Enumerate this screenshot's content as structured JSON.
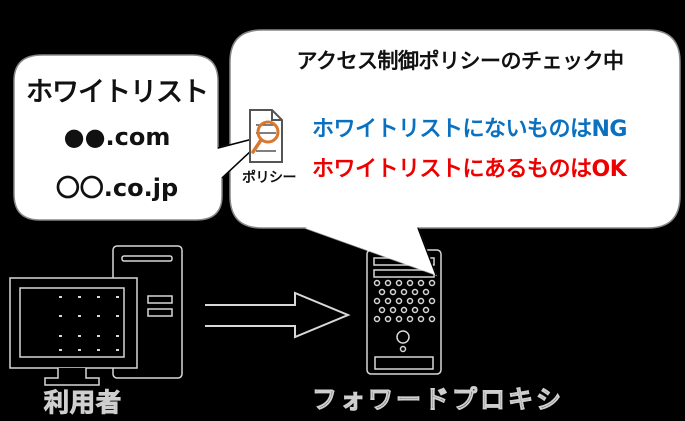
{
  "whitelist_bubble": {
    "title": "ホワイトリスト",
    "entries": [
      "●●.com",
      "〇〇.co.jp"
    ]
  },
  "check_bubble": {
    "title": "アクセス制御ポリシーのチェック中",
    "policy_icon_label": "ポリシー",
    "rules": [
      {
        "text": "ホワイトリストにないものはNG",
        "color": "#0a70c0"
      },
      {
        "text": "ホワイトリストにあるものはOK",
        "color": "#ee0000"
      }
    ]
  },
  "nodes": {
    "user": {
      "label": "利用者",
      "icon": "desktop-computer-icon"
    },
    "proxy": {
      "label": "フォワードプロキシ",
      "icon": "server-tower-icon"
    }
  },
  "flow": {
    "direction": "user-to-proxy",
    "icon": "arrow-right-icon"
  },
  "colors": {
    "background": "#000000",
    "bubble_fill": "#ffffff",
    "ng_text": "#0a70c0",
    "ok_text": "#ee0000",
    "magnifier": "#d9782d",
    "icon_outline": "#d8d8d8"
  }
}
